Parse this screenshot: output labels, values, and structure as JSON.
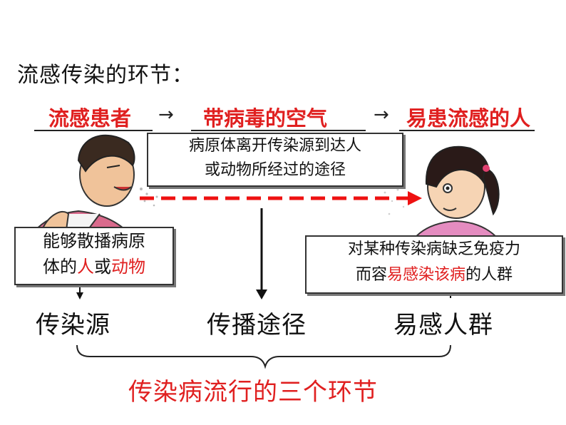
{
  "title": "流感传染的环节：",
  "chain": {
    "item1": "流感患者",
    "arrow1": "→",
    "item2": "带病毒的空气",
    "arrow2": "→",
    "item3": "易患流感的人"
  },
  "route_box": {
    "line1": "病原体离开传染源到达人",
    "line2": "或动物所经过的途径"
  },
  "source_box": {
    "line1": "能够散播病原",
    "line2_prefix": "体的",
    "line2_red1": "人",
    "line2_mid": "或",
    "line2_red2": "动物"
  },
  "susceptible_box": {
    "line1": "对某种传染病缺乏免疫力",
    "line2_prefix": "而容",
    "line2_red": "易感染该病",
    "line2_suffix": "的人群"
  },
  "labels": {
    "source": "传染源",
    "route": "传播途径",
    "susceptible": "易感人群"
  },
  "summary": "传染病流行的三个环节",
  "colors": {
    "accent_red": "#e02020",
    "dashed_arrow": "#ee1111"
  }
}
